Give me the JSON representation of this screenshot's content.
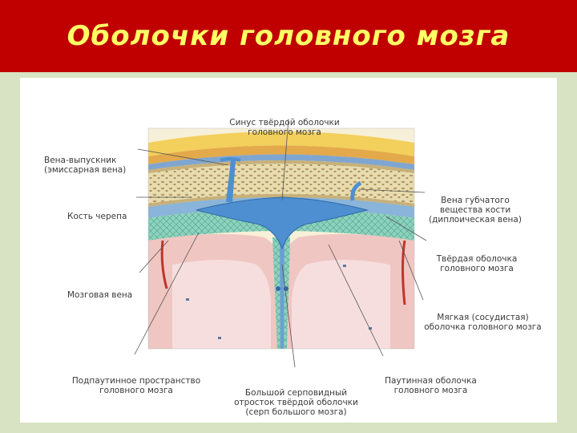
{
  "title": "Оболочки головного мозга",
  "labels": {
    "sinus": [
      "Синус твёрдой оболочки",
      "головного мозга"
    ],
    "emissary": [
      "Вена-выпускник",
      "(эмиссарная вена)"
    ],
    "skull": [
      "Кость черепа"
    ],
    "cerebral_vein": [
      "Мозговая вена"
    ],
    "subarachnoid": [
      "Подпаутинное пространство",
      "головного мозга"
    ],
    "diploic": [
      "Вена губчатого",
      "вещества кости",
      "(диплоическая вена)"
    ],
    "dura": [
      "Твёрдая оболочка",
      "головного мозга"
    ],
    "pia": [
      "Мягкая (сосудистая)",
      "оболочка головного мозга"
    ],
    "arachnoid": [
      "Паутинная оболочка",
      "головного мозга"
    ],
    "falx": [
      "Большой серповидный",
      "отросток твёрдой оболочки",
      "(серп большого мозга)"
    ]
  },
  "colors": {
    "header_bg": "#c00000",
    "title_text": "#ffff66",
    "slide_bg": "#d8e3c3",
    "dura_blue": "#6a9fd3",
    "bone": "#e8dcae",
    "scalp_yellow": "#f3cf5c",
    "brain_pink": "#efc6c2",
    "subarachnoid_green": "#8ed2be"
  }
}
